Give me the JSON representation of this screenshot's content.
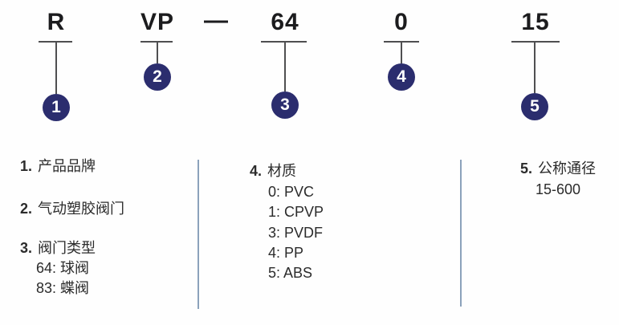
{
  "diagram": {
    "code_parts": [
      {
        "label": "R",
        "callout": "1"
      },
      {
        "label": "VP",
        "callout": "2"
      },
      {
        "label": "64",
        "callout": "3"
      },
      {
        "label": "0",
        "callout": "4"
      },
      {
        "label": "15",
        "callout": "5"
      }
    ],
    "separator": "—"
  },
  "legend": {
    "items": [
      {
        "num": "1.",
        "title": "产品品牌",
        "subs": []
      },
      {
        "num": "2.",
        "title": "气动塑胶阀门",
        "subs": []
      },
      {
        "num": "3.",
        "title": "阀门类型",
        "subs": [
          "64: 球阀",
          "83: 蝶阀"
        ]
      },
      {
        "num": "4.",
        "title": "材质",
        "subs": [
          "0: PVC",
          "1: CPVP",
          "3: PVDF",
          "4: PP",
          "5: ABS"
        ]
      },
      {
        "num": "5.",
        "title": "公称通径",
        "subs": [
          "15-600"
        ]
      }
    ]
  },
  "colors": {
    "circle": "#2b2d6e",
    "circle_text": "#ffffff",
    "line": "#4f4f51",
    "divider": "#8ba2bb",
    "text": "#2b2b2b"
  }
}
